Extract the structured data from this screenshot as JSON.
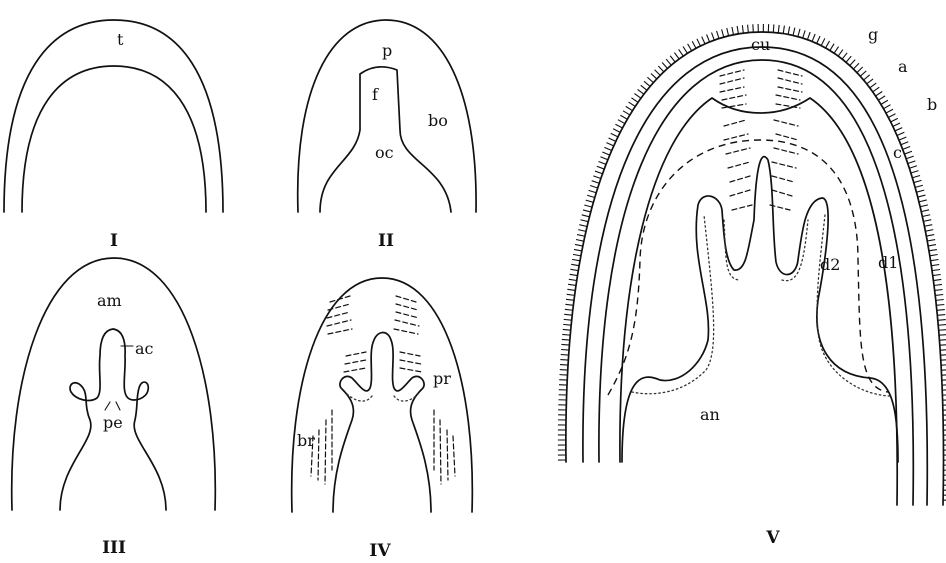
{
  "panels": [
    {
      "id": "I",
      "numeral": "I",
      "labels": [
        "t"
      ]
    },
    {
      "id": "II",
      "numeral": "II",
      "labels": [
        "p",
        "f",
        "oc",
        "bo"
      ]
    },
    {
      "id": "III",
      "numeral": "III",
      "labels": [
        "am",
        "ac",
        "pe"
      ]
    },
    {
      "id": "IV",
      "numeral": "IV",
      "labels": [
        "pr",
        "br"
      ]
    },
    {
      "id": "V",
      "numeral": "V",
      "labels": [
        "cu",
        "g",
        "a",
        "b",
        "c",
        "d2",
        "d1",
        "an"
      ]
    }
  ],
  "ink_color": "#111111",
  "background": "#ffffff"
}
